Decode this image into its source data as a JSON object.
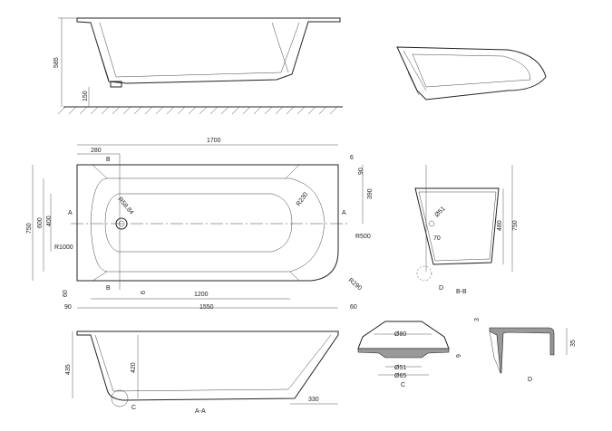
{
  "side_view": {
    "height": "585",
    "feet_height": "150"
  },
  "top_view": {
    "length": "1700",
    "offset_280": "280",
    "section_b_top": "B",
    "gap_6_top": "6",
    "rim_90": "90",
    "dim_390": "390",
    "width_750": "750",
    "width_600": "600",
    "width_400": "400",
    "section_a_left": "A",
    "section_a_right": "A",
    "r_58": "R58.84",
    "r_230": "R230",
    "r_500": "R500",
    "r_1000": "R1000",
    "r_290": "R290",
    "dim_60_left": "60",
    "gap_6_bottom": "6",
    "section_b_bottom": "B",
    "inner_1200": "1200",
    "dim_90_bottom": "90",
    "dim_1550": "1550",
    "dim_60_right": "60"
  },
  "section_bb": {
    "drain_dia": "Ø51",
    "dim_70": "70",
    "dim_480": "480",
    "dim_750": "750",
    "detail": "D",
    "title": "B-B"
  },
  "section_aa": {
    "dim_435": "435",
    "dim_420": "420",
    "detail": "C",
    "dim_330": "330",
    "title": "A-A"
  },
  "detail_c": {
    "dia_80": "Ø80",
    "dim_9": "9",
    "dia_51": "Ø51",
    "dia_65": "Ø65",
    "title": "C"
  },
  "detail_d": {
    "dim_3": "3",
    "dim_35": "35",
    "title": "D"
  }
}
